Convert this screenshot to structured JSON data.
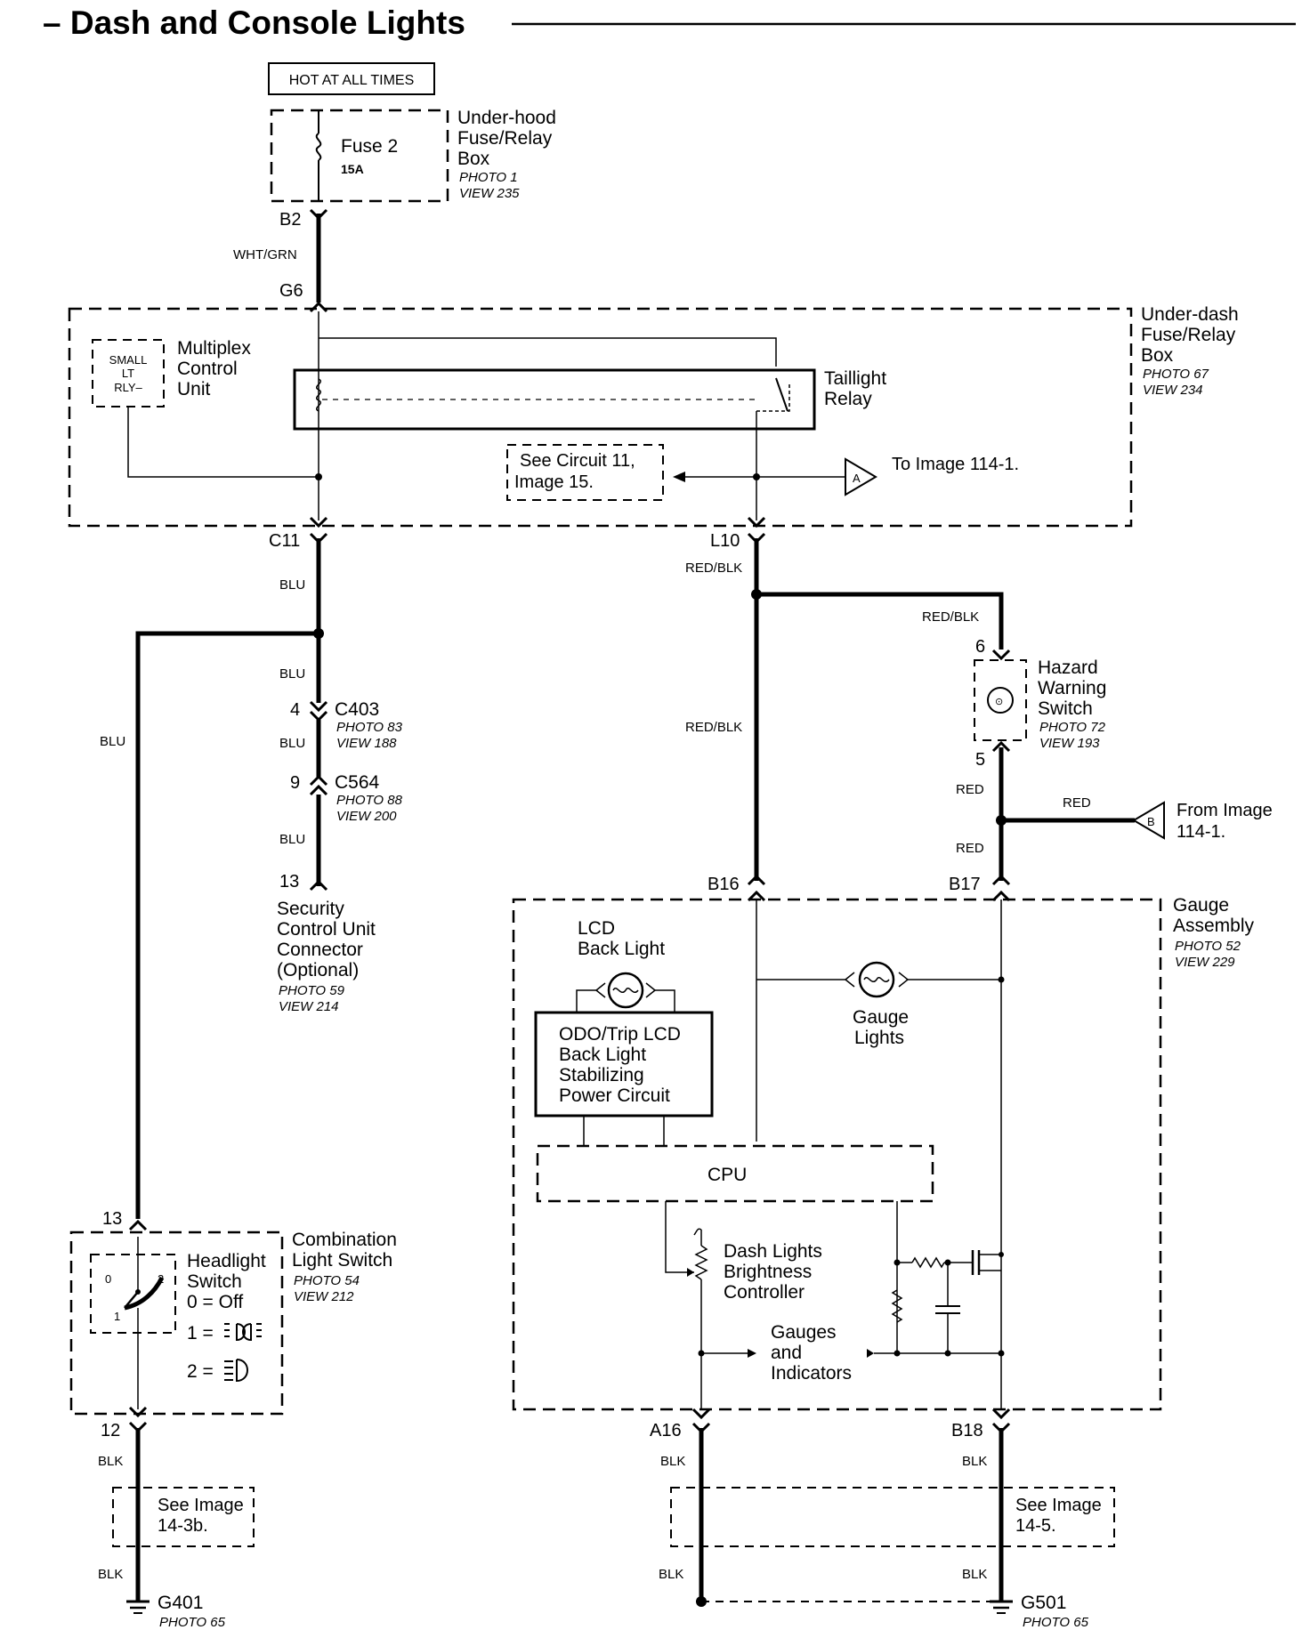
{
  "title": "– Dash and Console Lights",
  "hot_label": "HOT AT ALL TIMES",
  "fuse": {
    "name": "Fuse 2",
    "rating": "15A"
  },
  "underhood": {
    "l1": "Under-hood",
    "l2": "Fuse/Relay",
    "l3": "Box",
    "photo": "PHOTO 1",
    "view": "VIEW 235"
  },
  "underdash": {
    "l1": "Under-dash",
    "l2": "Fuse/Relay",
    "l3": "Box",
    "photo": "PHOTO 67",
    "view": "VIEW 234"
  },
  "mcu": {
    "box1": "SMALL",
    "box2": "LT",
    "box3": "RLY–",
    "l1": "Multiplex",
    "l2": "Control",
    "l3": "Unit"
  },
  "taillight": {
    "l1": "Taillight",
    "l2": "Relay"
  },
  "see_circuit": {
    "l1": "See Circuit 11,",
    "l2": "Image 15."
  },
  "to_image": "To Image 114-1.",
  "connector_a": "A",
  "connector_b": "B",
  "from_image": {
    "l1": "From Image",
    "l2": "114-1."
  },
  "pins": {
    "b2": "B2",
    "g6": "G6",
    "c11": "C11",
    "l10": "L10",
    "p4": "4",
    "p9": "9",
    "p13a": "13",
    "p6": "6",
    "p5": "5",
    "b16": "B16",
    "b17": "B17",
    "p13b": "13",
    "p12": "12",
    "a16": "A16",
    "b18": "B18"
  },
  "wires": {
    "wht_grn": "WHT/GRN",
    "blu": "BLU",
    "red_blk": "RED/BLK",
    "red": "RED",
    "blk": "BLK"
  },
  "c403": {
    "name": "C403",
    "photo": "PHOTO 83",
    "view": "VIEW 188"
  },
  "c564": {
    "name": "C564",
    "photo": "PHOTO 88",
    "view": "VIEW 200"
  },
  "security": {
    "l1": "Security",
    "l2": "Control Unit",
    "l3": "Connector",
    "l4": "(Optional)",
    "photo": "PHOTO 59",
    "view": "VIEW 214"
  },
  "hazard": {
    "l1": "Hazard",
    "l2": "Warning",
    "l3": "Switch",
    "photo": "PHOTO 72",
    "view": "VIEW 193"
  },
  "gauge_assembly": {
    "l1": "Gauge",
    "l2": "Assembly",
    "photo": "PHOTO 52",
    "view": "VIEW 229"
  },
  "lcd": {
    "l1": "LCD",
    "l2": "Back Light"
  },
  "odo": {
    "l1": "ODO/Trip LCD",
    "l2": "Back Light",
    "l3": "Stabilizing",
    "l4": "Power Circuit"
  },
  "gauge_lights": {
    "l1": "Gauge",
    "l2": "Lights"
  },
  "cpu": "CPU",
  "dash_ctrl": {
    "l1": "Dash Lights",
    "l2": "Brightness",
    "l3": "Controller"
  },
  "gauges_ind": {
    "l1": "Gauges",
    "l2": "and",
    "l3": "Indicators"
  },
  "combo": {
    "l1": "Combination",
    "l2": "Light Switch",
    "photo": "PHOTO 54",
    "view": "VIEW 212"
  },
  "headlight": {
    "l1": "Headlight",
    "l2": "Switch",
    "l3": "0 = Off",
    "l4": "1 =",
    "l5": "2 =",
    "p0": "0",
    "p1": "1",
    "p2": "2"
  },
  "see_14_3b": {
    "l1": "See Image",
    "l2": "14-3b."
  },
  "see_14_5": {
    "l1": "See Image",
    "l2": "14-5."
  },
  "g401": {
    "name": "G401",
    "photo": "PHOTO 65"
  },
  "g501": {
    "name": "G501",
    "photo": "PHOTO 65"
  }
}
